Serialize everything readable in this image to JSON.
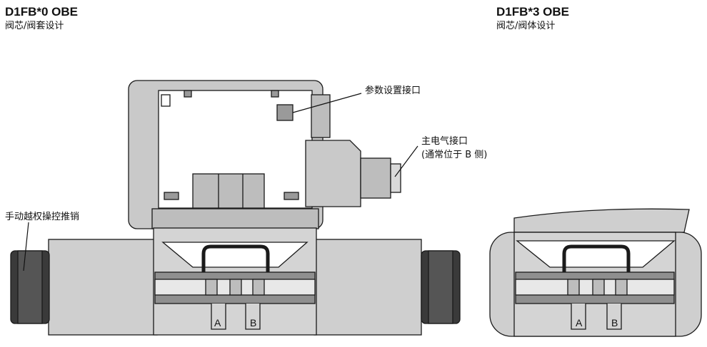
{
  "left_valve": {
    "model": "D1FB*0 OBE",
    "desc": "阀芯/阀套设计"
  },
  "right_valve": {
    "model": "D1FB*3 OBE",
    "desc": "阀芯/阀体设计"
  },
  "labels": {
    "param_port": "参数设置接口",
    "main_connector_1": "主电气接口",
    "main_connector_2": "(通常位于 B 侧)",
    "manual_override": "手动越权操控推销",
    "left_port_a": "A",
    "left_port_b": "B",
    "right_port_a": "A",
    "right_port_b": "B"
  }
}
